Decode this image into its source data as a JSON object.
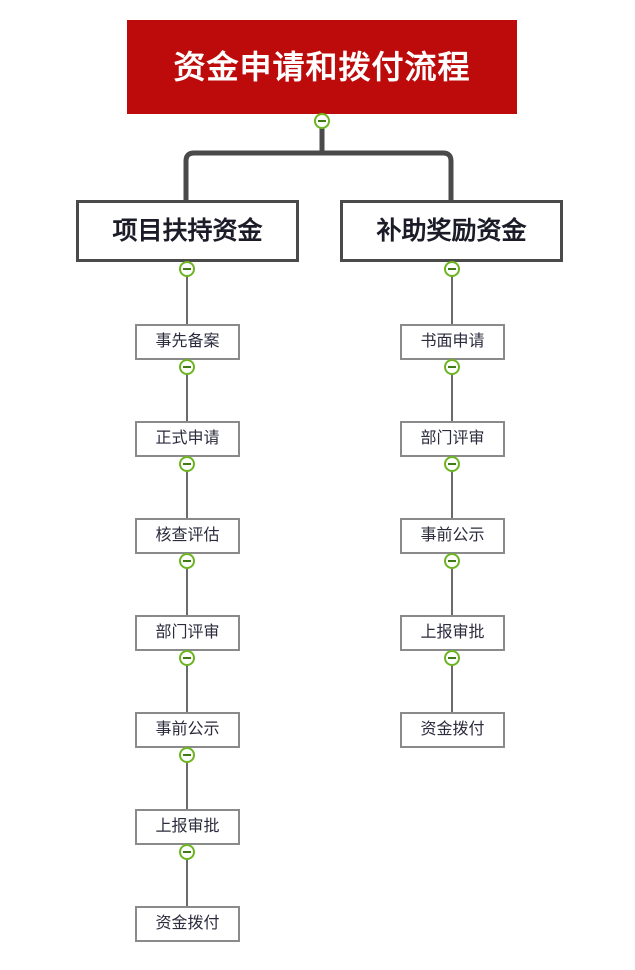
{
  "diagram": {
    "type": "flowchart-tree",
    "background": "#ffffff",
    "colors": {
      "title_fill": "#bd0a0a",
      "title_text": "#ffffff",
      "branch_border": "#4a4a4a",
      "leaf_border": "#8a8a8a",
      "node_text": "#2b2b3d",
      "connector": "#4a4a4a",
      "leaf_connector": "#6b6b6b",
      "toggle_ring": "#6cb521",
      "toggle_minus": "#3f7d12",
      "toggle_fill": "#ffffff"
    },
    "root": {
      "label": "资金申请和拨付流程",
      "toggle": "collapse-minus-icon"
    },
    "branches": [
      {
        "id": "project-support-funds",
        "label": "项目扶持资金",
        "toggle": "collapse-minus-icon",
        "steps": [
          {
            "order": 1,
            "label": "事先备案"
          },
          {
            "order": 2,
            "label": "正式申请"
          },
          {
            "order": 3,
            "label": "核查评估"
          },
          {
            "order": 4,
            "label": "部门评审"
          },
          {
            "order": 5,
            "label": "事前公示"
          },
          {
            "order": 6,
            "label": "上报审批"
          },
          {
            "order": 7,
            "label": "资金拨付"
          }
        ]
      },
      {
        "id": "subsidy-award-funds",
        "label": "补助奖励资金",
        "toggle": "collapse-minus-icon",
        "steps": [
          {
            "order": 1,
            "label": "书面申请"
          },
          {
            "order": 2,
            "label": "部门评审"
          },
          {
            "order": 3,
            "label": "事前公示"
          },
          {
            "order": 4,
            "label": "上报审批"
          },
          {
            "order": 5,
            "label": "资金拨付"
          }
        ]
      }
    ]
  }
}
